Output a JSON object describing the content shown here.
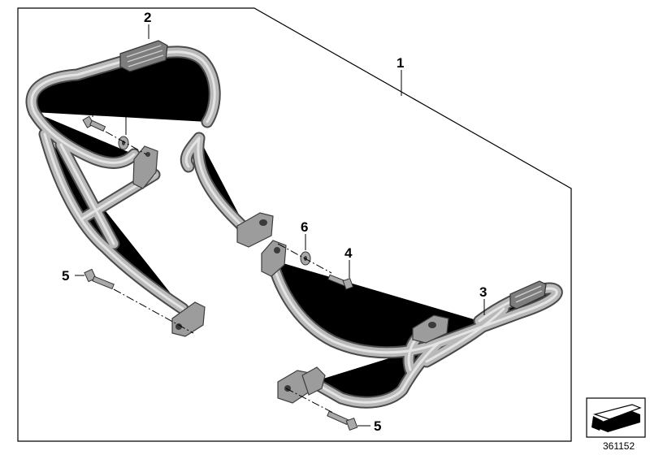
{
  "callouts": {
    "assembly": "1",
    "rear_bar": "2",
    "front_bar": "3",
    "screw_upper_left": "4",
    "screw_upper_right": "4",
    "screw_lower_left": "5",
    "screw_lower_right": "5",
    "washer_left": "6",
    "washer_right": "6"
  },
  "reference_number": "361152",
  "colors": {
    "tube_outline": "#4a4a4a",
    "tube_body": "#b9b9b9",
    "line": "#000000"
  }
}
